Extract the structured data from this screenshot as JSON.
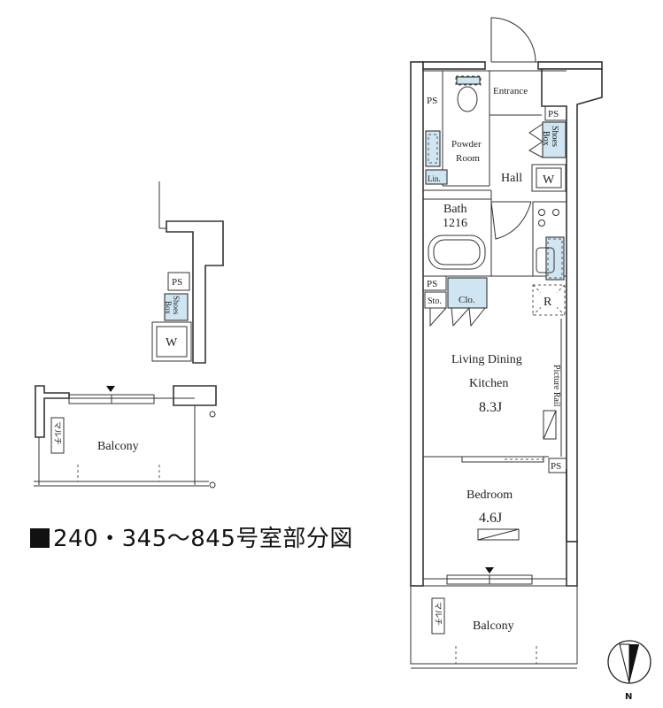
{
  "rooms": {
    "entrance": "Entrance",
    "ps": "PS",
    "shoes_box_1": "Shoes",
    "shoes_box_2": "Box",
    "powder_room_1": "Powder",
    "powder_room_2": "Room",
    "hall": "Hall",
    "washer": "W",
    "lin": "Lin.",
    "bath": "Bath",
    "bath_size": "1216",
    "sto": "Sto.",
    "clo": "Clo.",
    "refrigerator": "R",
    "ldk_1": "Living Dining",
    "ldk_2": "Kitchen",
    "ldk_size": "8.3J",
    "picture_rail": "Picture Rail",
    "bedroom": "Bedroom",
    "bedroom_size": "4.6J",
    "balcony": "Balcony",
    "multi": "マルチ"
  },
  "caption": {
    "text": "240・345〜845号室部分図"
  },
  "compass": {
    "label": "N"
  }
}
